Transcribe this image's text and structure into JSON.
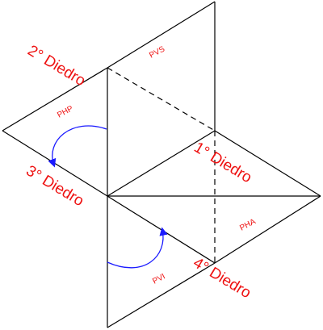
{
  "diagram": {
    "labels": {
      "diedro_2": "2° Diedro",
      "diedro_1": "1° Diedro",
      "diedro_3": "3° Diedro",
      "diedro_4": "4° Diedro",
      "plane_pvs": "PVS",
      "plane_php": "PHP",
      "plane_pha": "PHA",
      "plane_pvi": "PVI"
    },
    "colors": {
      "lines": "#000000",
      "labels": "#ee1111",
      "arrows": "#1a1aff"
    }
  }
}
